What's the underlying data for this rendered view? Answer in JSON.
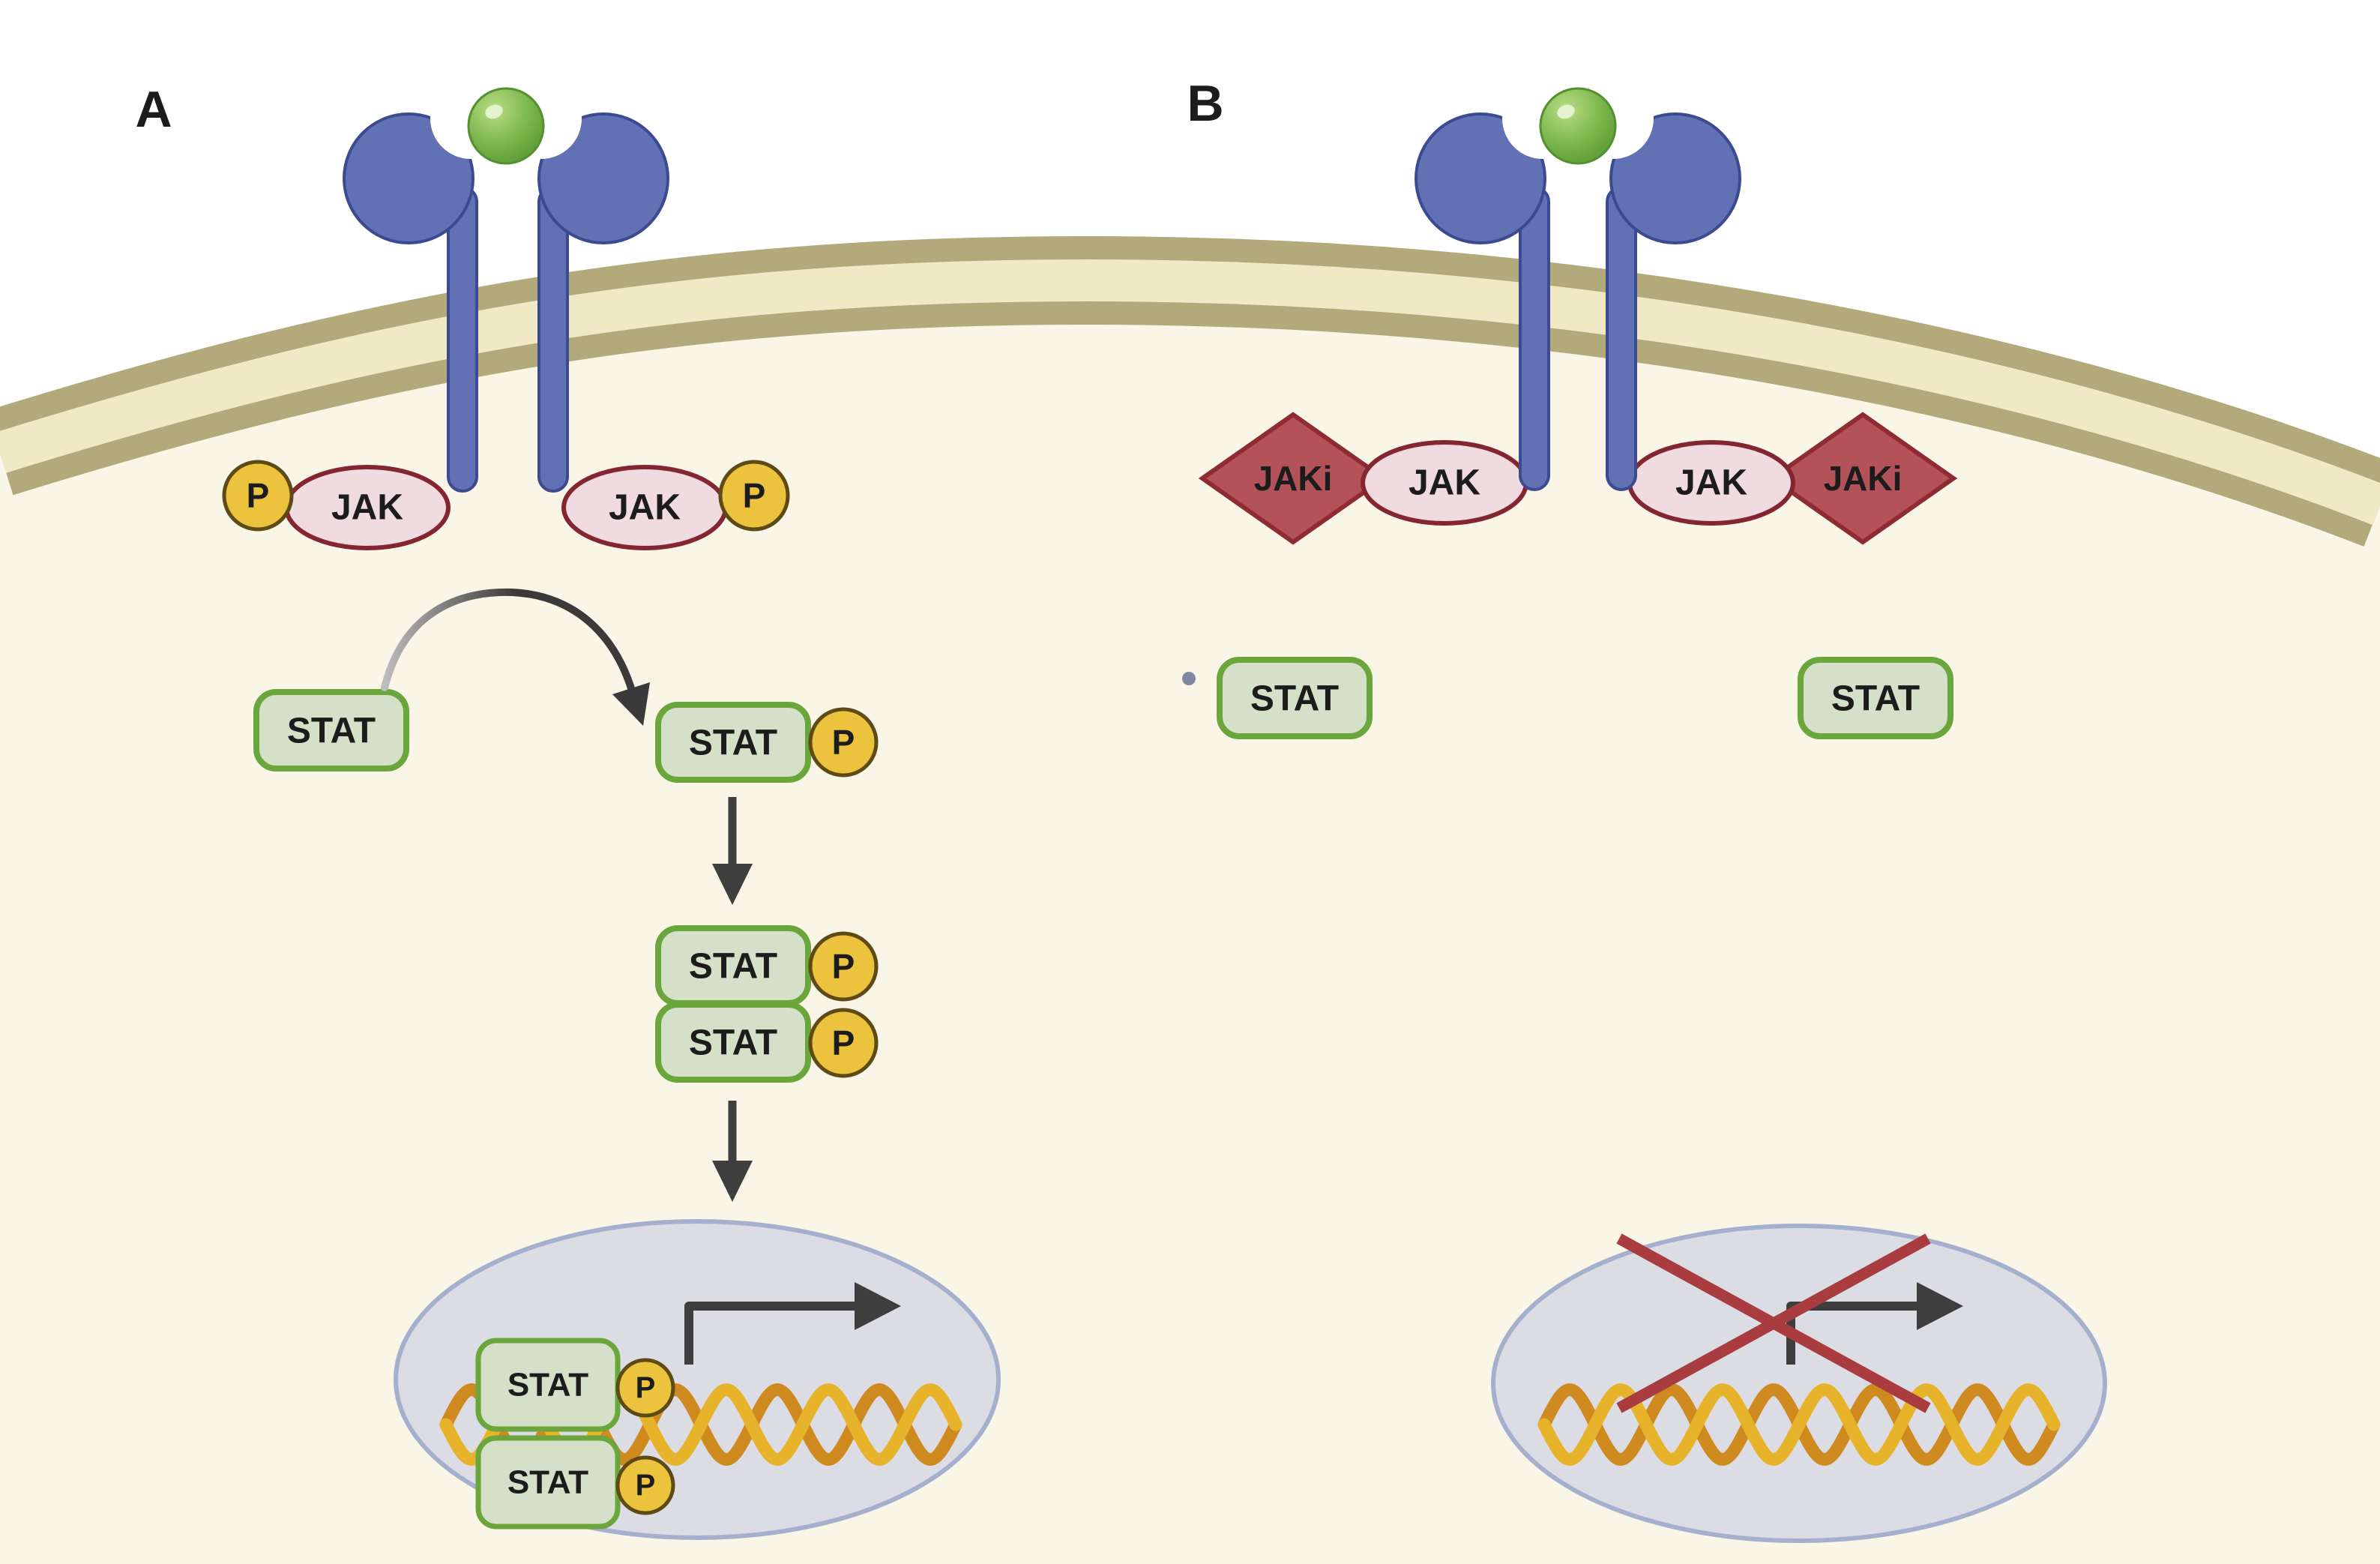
{
  "figure": {
    "type": "JAK-STAT signaling pathway diagram, two panels",
    "panel_a": {
      "label": "A"
    },
    "panel_b": {
      "label": "B"
    }
  },
  "molecules": {
    "jak": "JAK",
    "jak_inhibitor": "JAKi",
    "stat": "STAT",
    "phosphate": "P"
  },
  "colors": {
    "outside_cell": "#ffffff",
    "cytoplasm": "#f9f6e7",
    "membrane_band": "#b2aa7b",
    "membrane_core": "#f0e9c5",
    "receptor_blue": "#6271b3",
    "receptor_outline": "#3b4a91",
    "ligand_green": "#6fae41",
    "jak_fill": "#efdbe0",
    "jak_border": "#84262f",
    "jaki_fill": "#b4525a",
    "phosphate_fill": "#ecc33d",
    "phosphate_border": "#5e4a14",
    "stat_fill": "#d5e0c9",
    "stat_border": "#6aa63c",
    "nucleus_fill": "#dbdce4",
    "nucleus_border": "#a5b0ce",
    "dna_strand_dark": "#cf8a1f",
    "dna_strand_light": "#e7b32a",
    "arrow": "#3e3e3e",
    "blocked_cross": "#a93c3e"
  }
}
